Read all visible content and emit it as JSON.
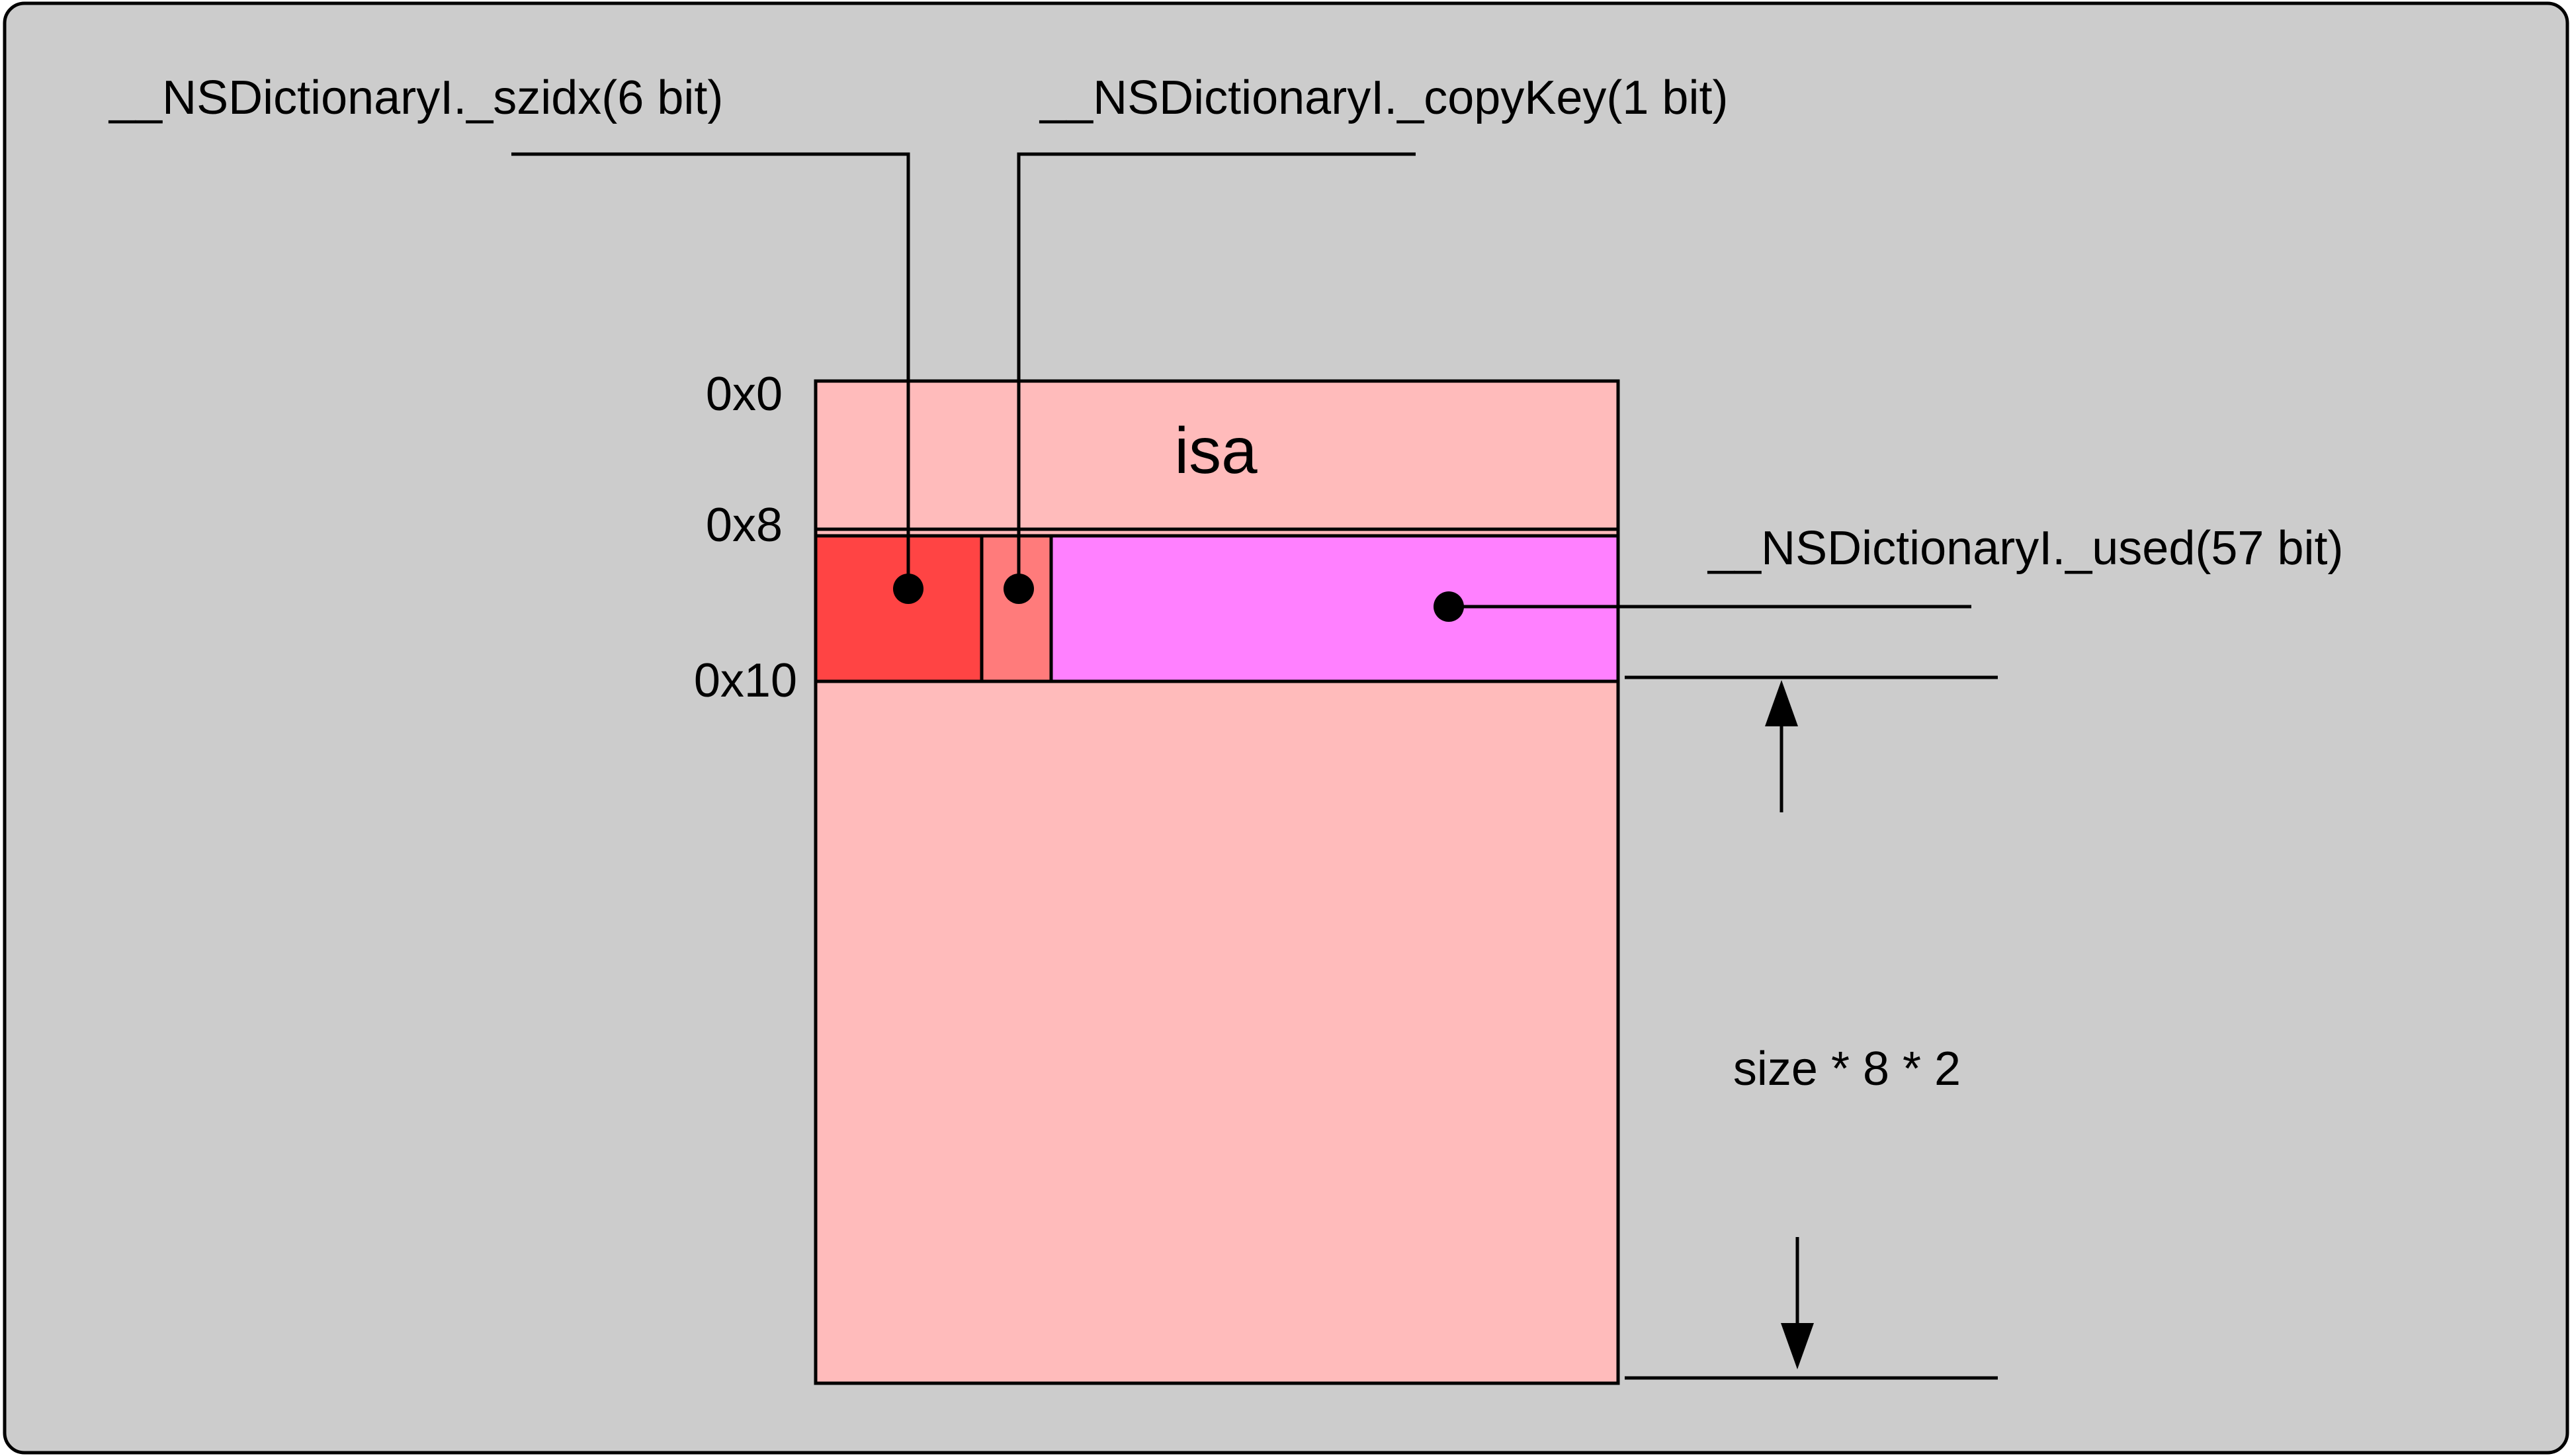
{
  "diagram": {
    "offsets": {
      "offset_0": "0x0",
      "offset_8": "0x8",
      "offset_10": "0x10"
    },
    "isa_label": "isa",
    "fields": {
      "szidx_label": "__NSDictionaryI._szidx(6 bit)",
      "copykey_label": "__NSDictionaryI._copyKey(1 bit)",
      "used_label": "__NSDictionaryI._used(57 bit)"
    },
    "size_label": "size * 8 * 2",
    "colors": {
      "background": "#cccccc",
      "memory_block": "#ffbbbb",
      "szidx_field": "#ff4444",
      "copykey_field": "#ff7b7b",
      "used_field": "#ff80ff"
    }
  }
}
